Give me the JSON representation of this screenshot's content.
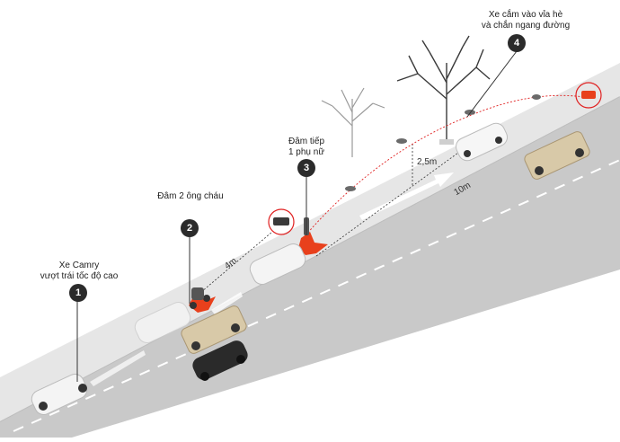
{
  "annotations": {
    "step1": {
      "number": "1",
      "lines": [
        "Xe Camry",
        "vượt trái tốc độ cao"
      ]
    },
    "step2": {
      "number": "2",
      "lines": [
        "Đâm 2 ông cháu"
      ]
    },
    "step3": {
      "number": "3",
      "lines": [
        "Đâm tiếp",
        "1 phụ nữ"
      ]
    },
    "step4": {
      "number": "4",
      "lines": [
        "Xe cắm vào vỉa hè",
        "và chắn ngang đường"
      ]
    }
  },
  "measurements": {
    "gap_4m": "4m",
    "height_2_5m": "2,5m",
    "distance_10m": "10m"
  },
  "colors": {
    "road": "#c9c9c9",
    "sidewalk": "#e6e6e6",
    "marker": "#2b2b2b",
    "impact": "#e8401c",
    "trajectory": "#e02020"
  }
}
